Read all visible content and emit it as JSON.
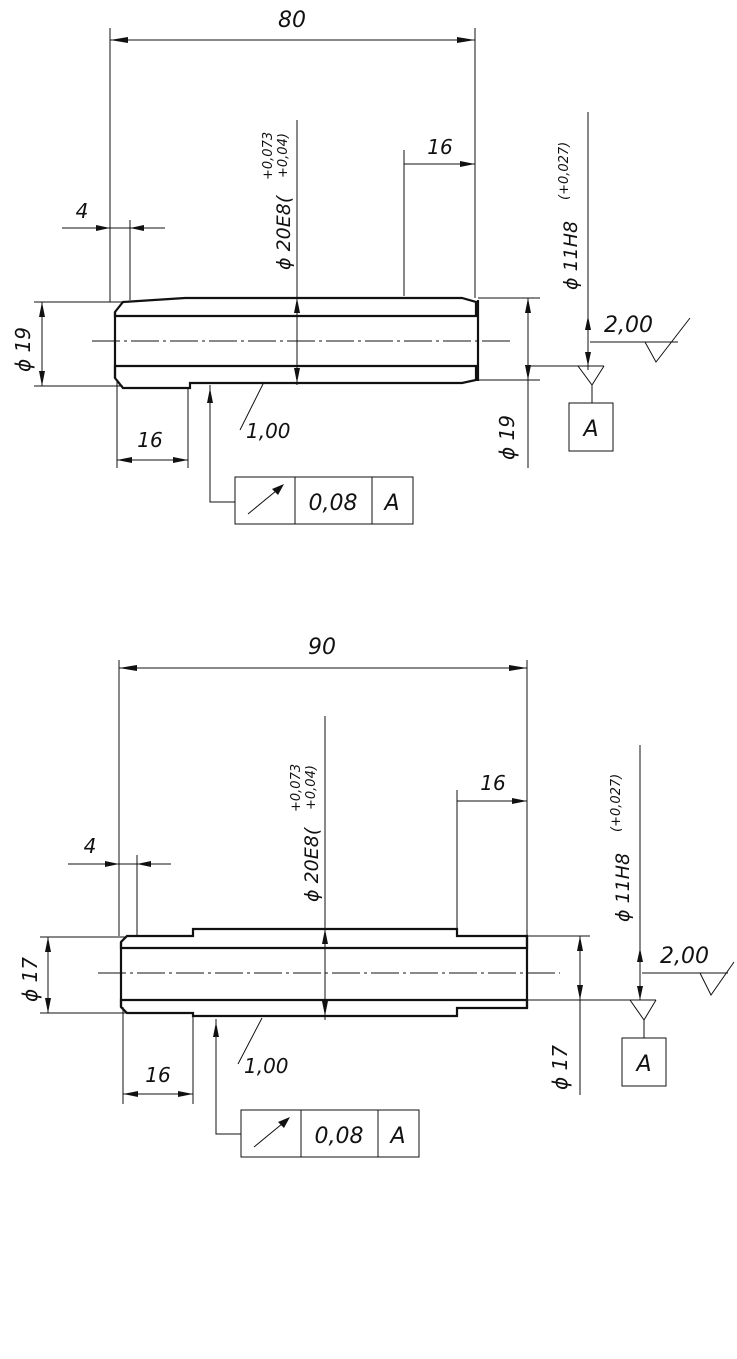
{
  "top_drawing": {
    "length": "80",
    "collar_length": "16",
    "chamfer": "4",
    "bore_fit": "ϕ 20E8",
    "bore_tol_upper": "+0,073",
    "bore_tol_lower": "+0,04",
    "outer_fit": "ϕ 11H8",
    "outer_tol": "+0,027",
    "dia_left": "ϕ 19",
    "dia_right": "ϕ 19",
    "step_length": "16",
    "roughness_main": "2,00",
    "roughness_inner": "1,00",
    "datum": "A",
    "runout_value": "0,08",
    "runout_datum": "A"
  },
  "bottom_drawing": {
    "length": "90",
    "collar_length": "16",
    "chamfer": "4",
    "bore_fit": "ϕ 20E8",
    "bore_tol_upper": "+0,073",
    "bore_tol_lower": "+0,04",
    "outer_fit": "ϕ 11H8",
    "outer_tol": "+0,027",
    "dia_left": "ϕ 17",
    "dia_right": "ϕ 17",
    "step_length": "16",
    "roughness_main": "2,00",
    "roughness_inner": "1,00",
    "datum": "A",
    "runout_value": "0,08",
    "runout_datum": "A"
  }
}
